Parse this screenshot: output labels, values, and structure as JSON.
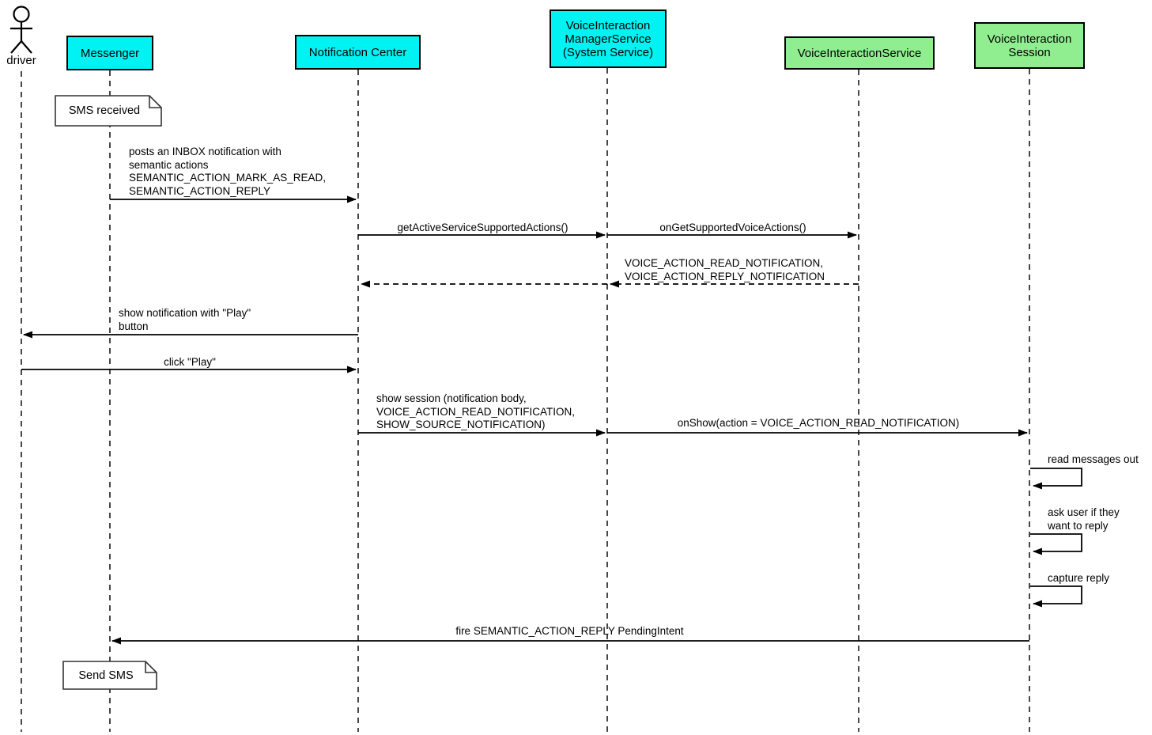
{
  "colors": {
    "participant_cyan": "#00f2f2",
    "participant_green": "#90ee90",
    "line": "#000000",
    "note_fill": "#ffffff",
    "background": "#ffffff"
  },
  "participants": [
    {
      "label": "driver",
      "kind": "actor"
    },
    {
      "lines": [
        "Messenger"
      ],
      "fill": "#00f2f2"
    },
    {
      "lines": [
        "Notification Center"
      ],
      "fill": "#00f2f2"
    },
    {
      "lines": [
        "VoiceInteraction",
        "ManagerService",
        "(System Service)"
      ],
      "fill": "#00f2f2"
    },
    {
      "lines": [
        "VoiceInteractionService"
      ],
      "fill": "#90ee90"
    },
    {
      "lines": [
        "VoiceInteraction",
        "Session"
      ],
      "fill": "#90ee90"
    }
  ],
  "notes": [
    {
      "text": "SMS received"
    },
    {
      "text": "Send SMS"
    }
  ],
  "messages": [
    {
      "lines": [
        "posts an INBOX notification with",
        "semantic actions",
        "SEMANTIC_ACTION_MARK_AS_READ,",
        "SEMANTIC_ACTION_REPLY"
      ]
    },
    {
      "lines": [
        "getActiveServiceSupportedActions()"
      ]
    },
    {
      "lines": [
        "onGetSupportedVoiceActions()"
      ]
    },
    {
      "lines": [
        "VOICE_ACTION_READ_NOTIFICATION,",
        "VOICE_ACTION_REPLY_NOTIFICATION"
      ]
    },
    {
      "lines": [
        "show notification with \"Play\"",
        "button"
      ]
    },
    {
      "lines": [
        "click \"Play\""
      ]
    },
    {
      "lines": [
        "show session (notification body,",
        "VOICE_ACTION_READ_NOTIFICATION,",
        "SHOW_SOURCE_NOTIFICATION)"
      ]
    },
    {
      "lines": [
        "onShow(action = VOICE_ACTION_READ_NOTIFICATION)"
      ]
    },
    {
      "lines": [
        "read messages out"
      ]
    },
    {
      "lines": [
        "ask user if they",
        "want to reply"
      ]
    },
    {
      "lines": [
        "capture reply"
      ]
    },
    {
      "lines": [
        "fire SEMANTIC_ACTION_REPLY PendingIntent"
      ]
    }
  ]
}
